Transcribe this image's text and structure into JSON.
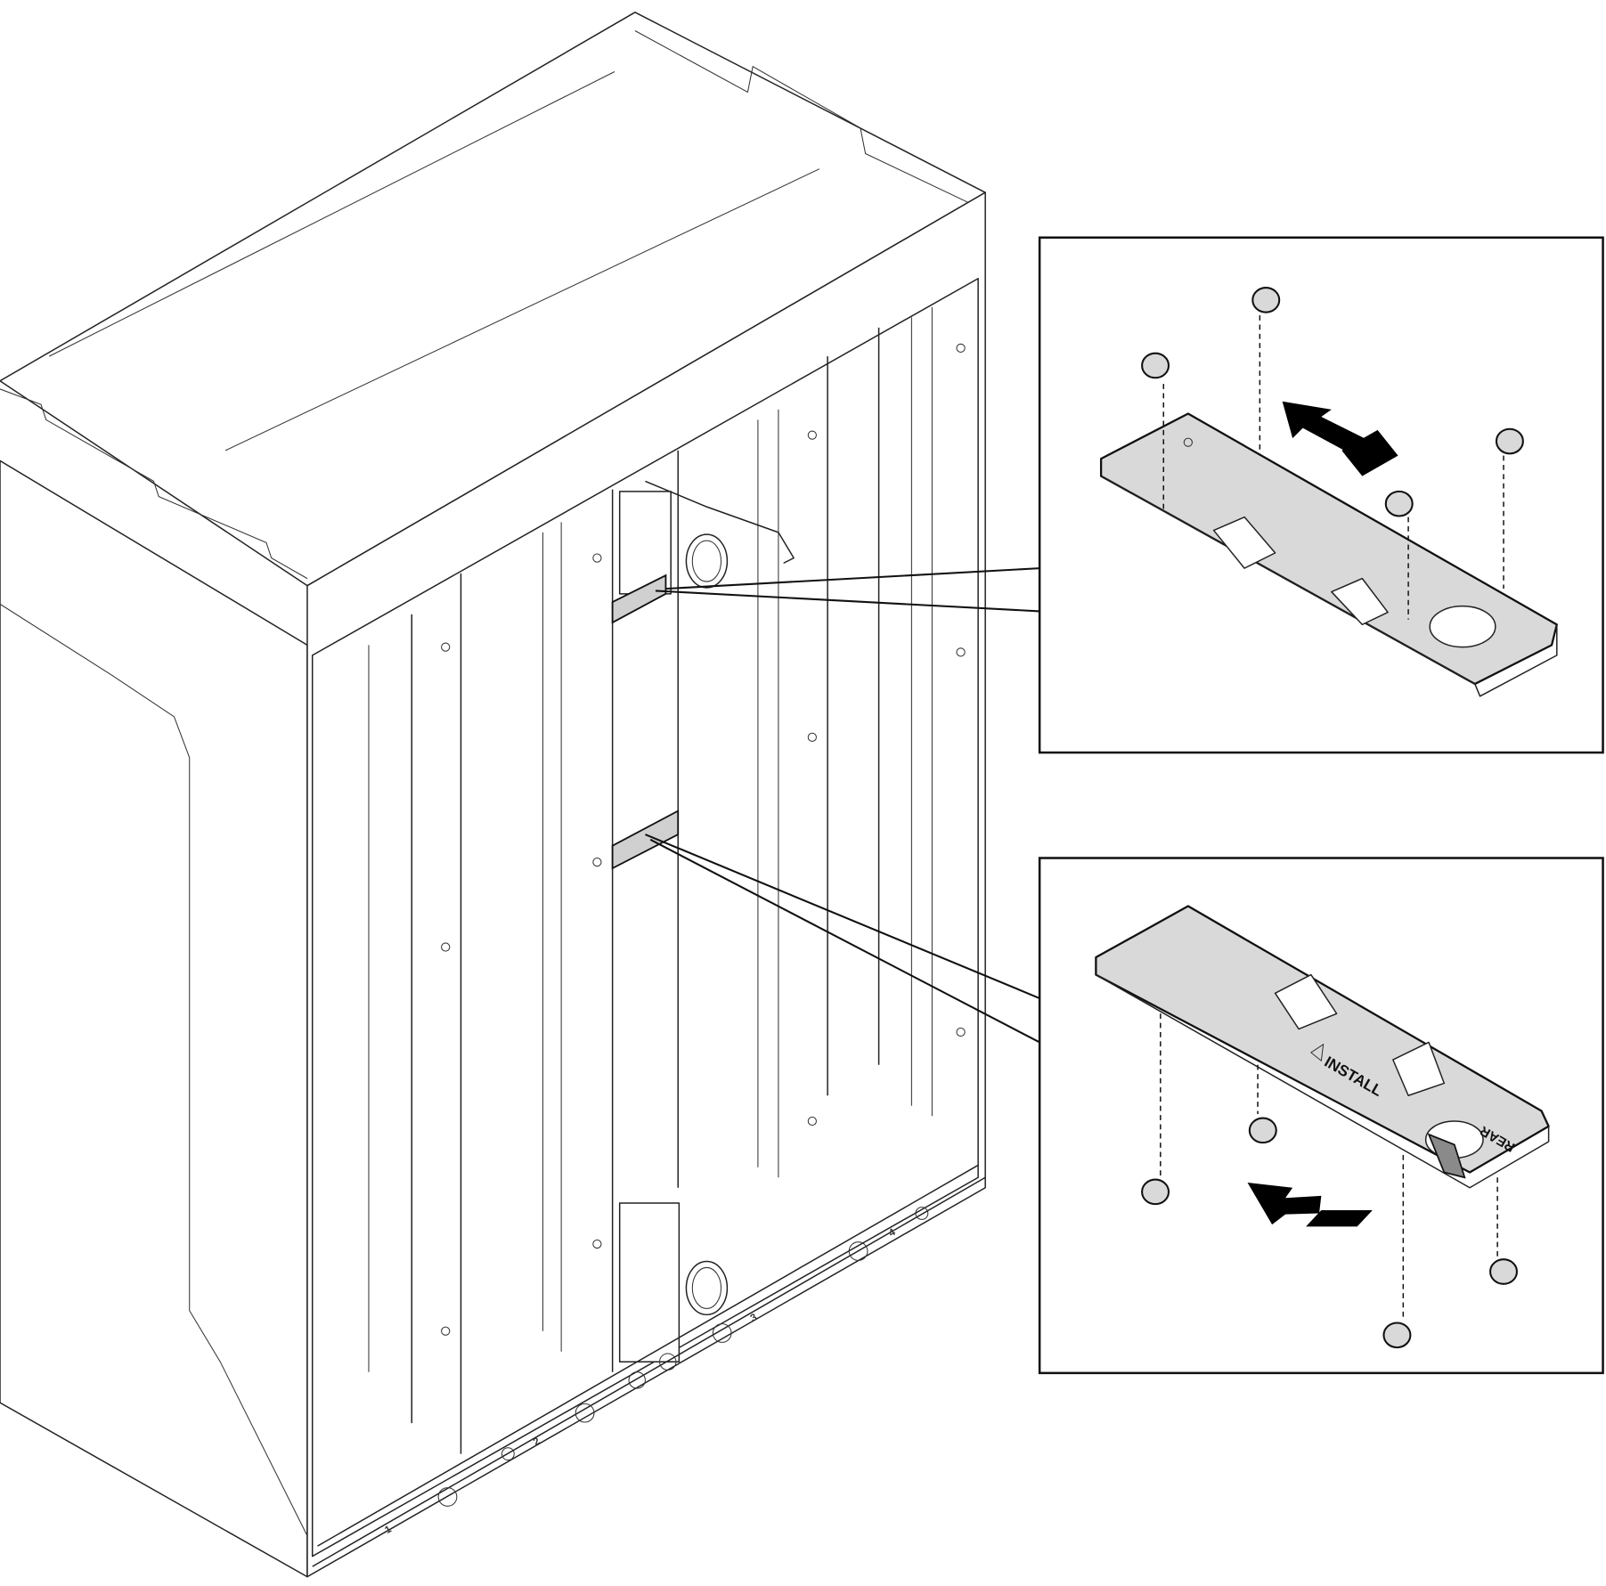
{
  "diagram": {
    "bay_labels": [
      "1",
      "2",
      "3",
      "4"
    ],
    "bracket_install_label": "INSTALL",
    "bracket_rear_label": "REAR",
    "colors": {
      "line": "#111111",
      "bracket_fill": "#d9d9d9",
      "marker_fill": "#d0d0d0",
      "arrow": "#000000"
    }
  }
}
